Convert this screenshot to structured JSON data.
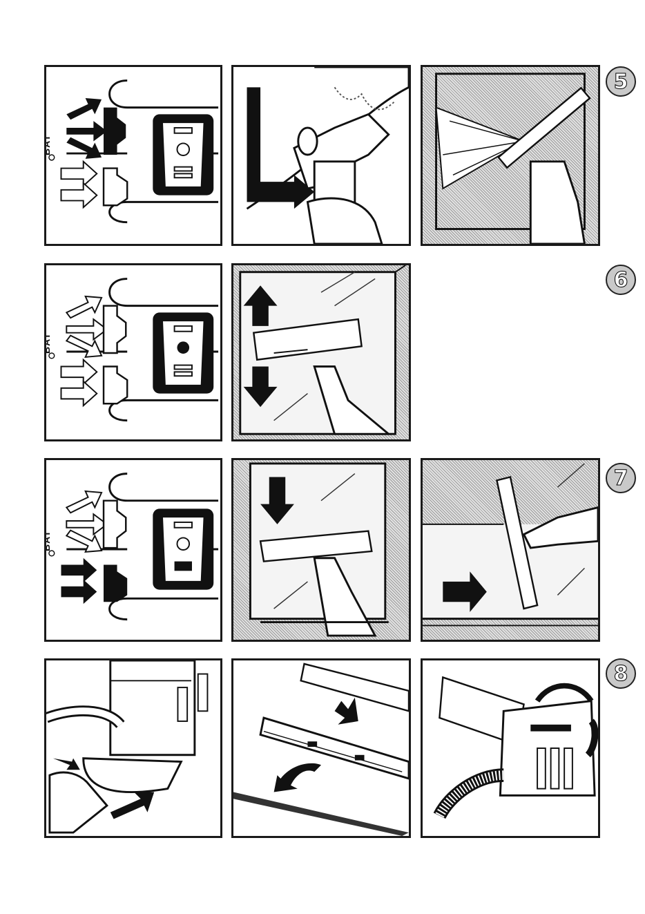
{
  "steps": [
    {
      "number": "5"
    },
    {
      "number": "6"
    },
    {
      "number": "7"
    },
    {
      "number": "8"
    }
  ],
  "switch_panels": [
    {
      "indicator": "BAT"
    },
    {
      "indicator": "BAT"
    },
    {
      "indicator": "BAT"
    }
  ]
}
